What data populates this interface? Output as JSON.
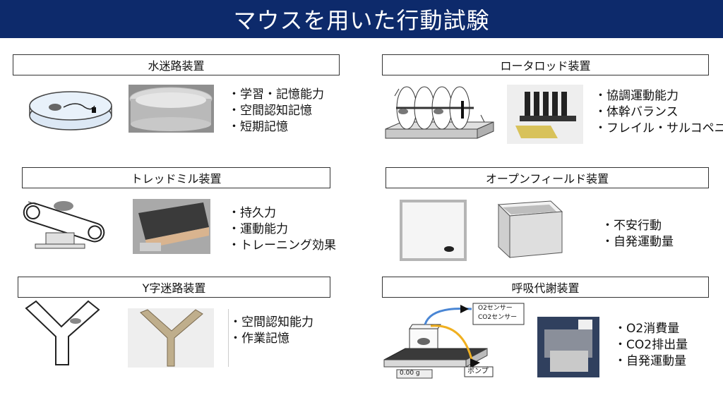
{
  "title": "マウスを用いた行動試験",
  "sections": {
    "water_maze": {
      "label": "水迷路装置",
      "bullets": [
        "学習・記憶能力",
        "空間認知記憶",
        "短期記憶"
      ]
    },
    "rotarod": {
      "label": "ロータロッド装置",
      "bullets": [
        "協調運動能力",
        "体幹バランス",
        "フレイル・サルコペニア"
      ]
    },
    "treadmill": {
      "label": "トレッドミル装置",
      "bullets": [
        "持久力",
        "運動能力",
        "トレーニング効果"
      ]
    },
    "open_field": {
      "label": "オープンフィールド装置",
      "bullets": [
        "不安行動",
        "自発運動量"
      ]
    },
    "y_maze": {
      "label": "Y字迷路装置",
      "bullets": [
        "空間認知能力",
        "作業記憶"
      ]
    },
    "respiratory": {
      "label": "呼吸代謝装置",
      "bullets": [
        "O2消費量",
        "CO2排出量",
        "自発運動量"
      ],
      "sensor_o2": "O2センサー",
      "sensor_co2": "CO2センサー",
      "pump": "ポンプ",
      "scale": "0.00 g"
    }
  }
}
